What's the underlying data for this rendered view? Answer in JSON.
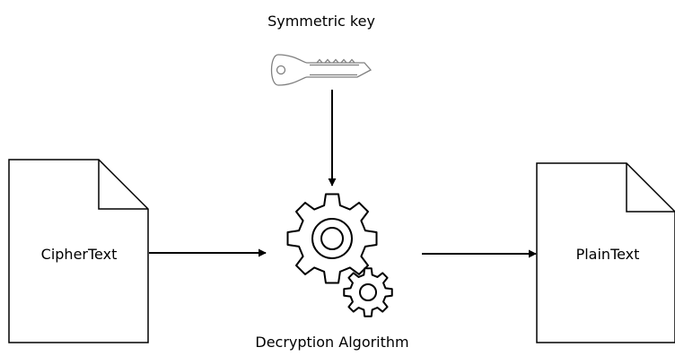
{
  "diagram": {
    "key_label": "Symmetric key",
    "input_label": "CipherText",
    "output_label": "PlainText",
    "process_label": "Decryption Algorithm"
  },
  "icons": {
    "key": "key-icon",
    "input_document": "document-icon",
    "output_document": "document-icon",
    "process": "gears-icon"
  },
  "colors": {
    "stroke": "#000000",
    "key_stroke": "#7f7f7f",
    "background": "#ffffff"
  }
}
